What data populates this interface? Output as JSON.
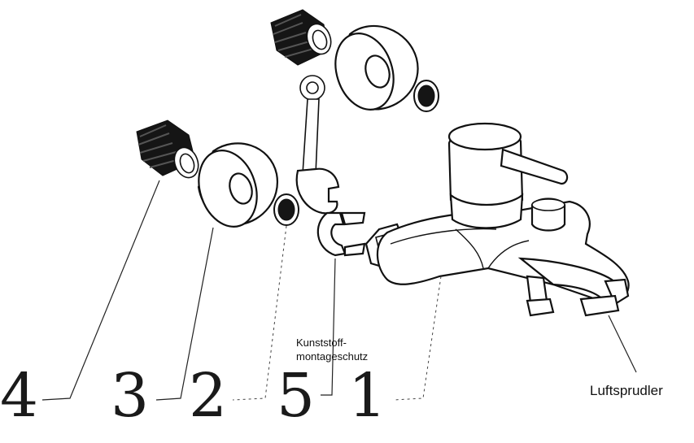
{
  "callouts": {
    "n4": "4",
    "n3": "3",
    "n2": "2",
    "n5": "5",
    "n1": "1"
  },
  "labels": {
    "plastic_protection_line1": "Kunststoff-",
    "plastic_protection_line2": "montageschutz",
    "aerator": "Luftsprudler"
  }
}
